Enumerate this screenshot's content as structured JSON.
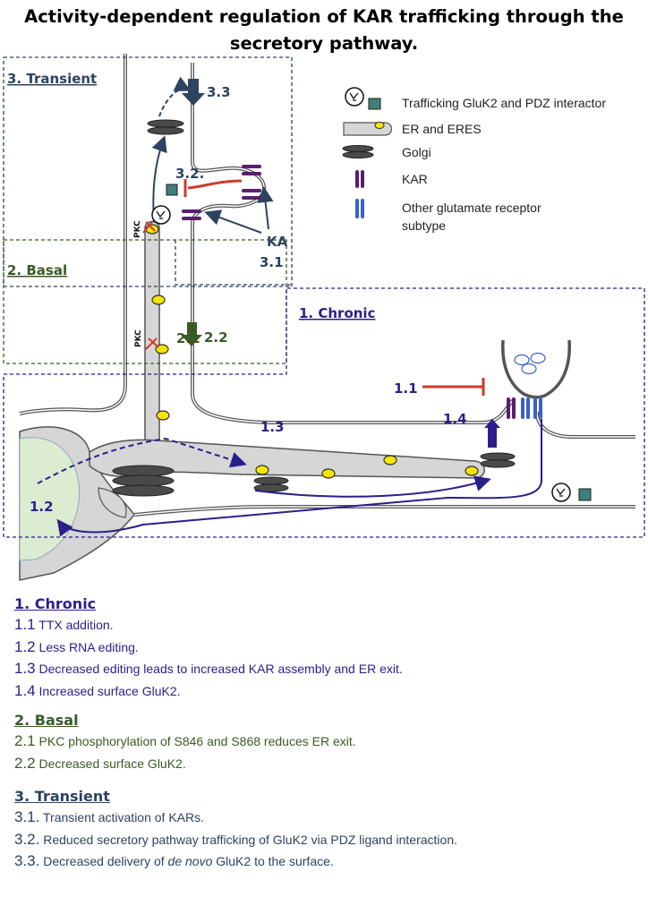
{
  "title": "Activity-dependent regulation of KAR trafficking through the secretory pathway.",
  "colors": {
    "chronic": "#2b1e8c",
    "basal": "#3a5a24",
    "transient": "#2d4460",
    "inhibit": "#d03a2a",
    "er_fill": "#d6d6d6",
    "eres": "#f5e600",
    "golgi": "#4a4a4a",
    "kar": "#5a1e6e",
    "other_receptor": "#3b62c4",
    "nucleus": "#dbecd1"
  },
  "boxes": {
    "transient": "3. Transient",
    "basal": "2. Basal",
    "chronic": "1. Chronic"
  },
  "diagram_labels": {
    "s33": "3.3",
    "s32": "3.2.",
    "ka": "KA",
    "s31": "3.1",
    "s21": "2.1",
    "s22": "2.2",
    "pkc": "PKC",
    "s11": "1.1",
    "s12": "1.2",
    "s13": "1.3",
    "s14": "1.4"
  },
  "legend": [
    {
      "icon": "gluk2-pdz-interactor-icon",
      "label": "Trafficking GluK2 and PDZ interactor"
    },
    {
      "icon": "er-eres-icon",
      "label": "ER and ERES"
    },
    {
      "icon": "golgi-icon",
      "label": "Golgi"
    },
    {
      "icon": "kar-icon",
      "label": "KAR"
    },
    {
      "icon": "other-receptor-icon",
      "label": "Other glutamate receptor",
      "label2": "subtype"
    }
  ],
  "sections": [
    {
      "heading": "1. Chronic",
      "items": [
        {
          "num": "1.1",
          "text": "TTX addition."
        },
        {
          "num": "1.2",
          "text": "Less RNA editing."
        },
        {
          "num": "1.3",
          "text": "Decreased editing leads to increased KAR assembly and ER exit."
        },
        {
          "num": "1.4",
          "text": "Increased surface GluK2."
        }
      ]
    },
    {
      "heading": "2. Basal",
      "items": [
        {
          "num": "2.1",
          "text": "PKC phosphorylation of S846 and S868 reduces ER exit."
        },
        {
          "num": "2.2",
          "text": "Decreased surface GluK2."
        }
      ]
    },
    {
      "heading": "3. Transient",
      "items": [
        {
          "num": "3.1.",
          "text": "Transient activation of KARs."
        },
        {
          "num": "3.2.",
          "text": "Reduced secretory pathway trafficking of GluK2 via PDZ ligand interaction."
        },
        {
          "num": "3.3.",
          "text_pre": "Decreased delivery of ",
          "text_em": "de novo",
          "text_post": " GluK2 to the surface."
        }
      ]
    }
  ]
}
